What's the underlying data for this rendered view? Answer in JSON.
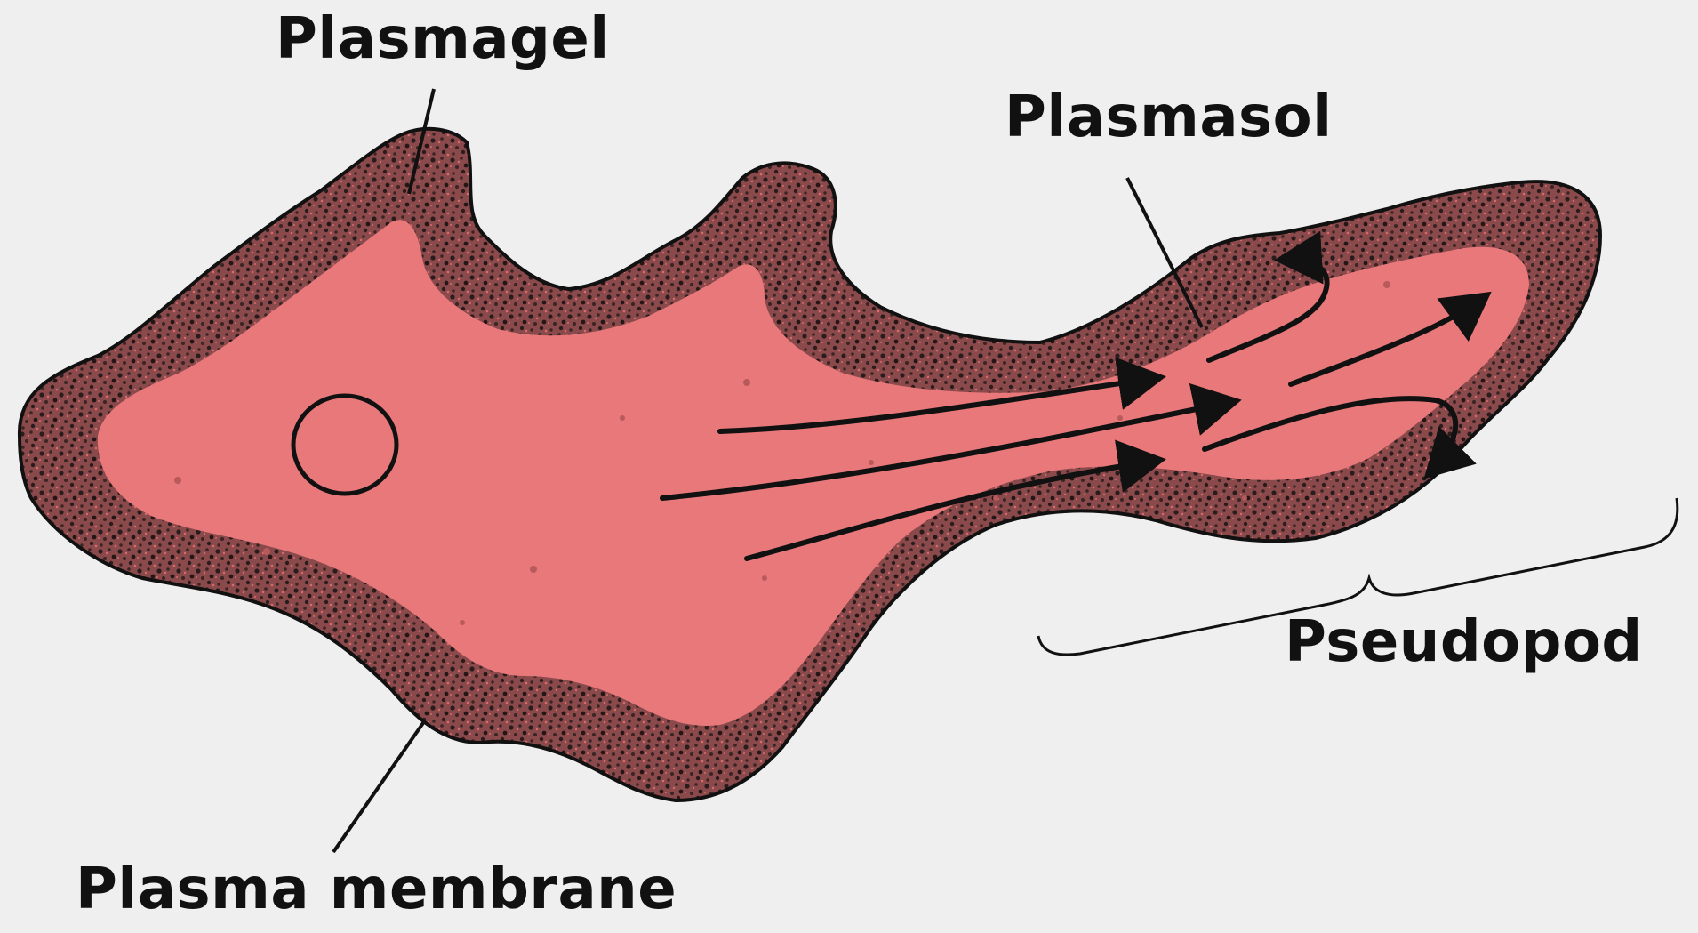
{
  "diagram": {
    "labels": {
      "plasmagel": "Plasmagel",
      "plasmasol": "Plasmasol",
      "pseudopod": "Pseudopod",
      "plasma_membrane": "Plasma membrane"
    },
    "colors": {
      "background": "#efefef",
      "plasmasol_fill": "#e8787a",
      "plasmagel_stipple": "#3a2a2a",
      "outline": "#111111"
    }
  }
}
